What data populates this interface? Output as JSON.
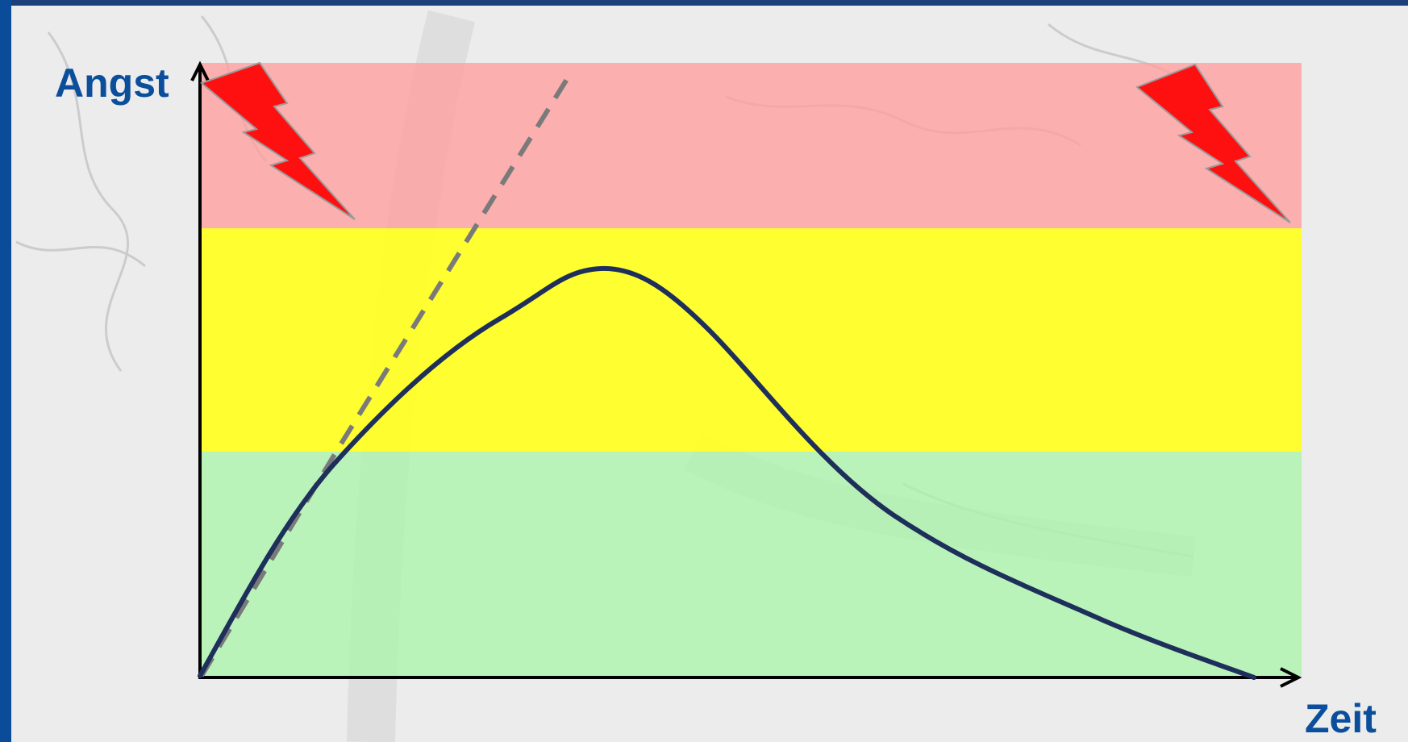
{
  "diagram": {
    "y_axis_label": "Angst",
    "x_axis_label": "Zeit",
    "zones": [
      {
        "name": "danger",
        "color": "#ff9e9e"
      },
      {
        "name": "caution",
        "color": "#ffff20"
      },
      {
        "name": "safe",
        "color": "#a8f5a8"
      }
    ],
    "curve_color": "#1d2f5a",
    "dashed_line_color": "#7a7a7a",
    "lightning_color": "#ff1010"
  }
}
